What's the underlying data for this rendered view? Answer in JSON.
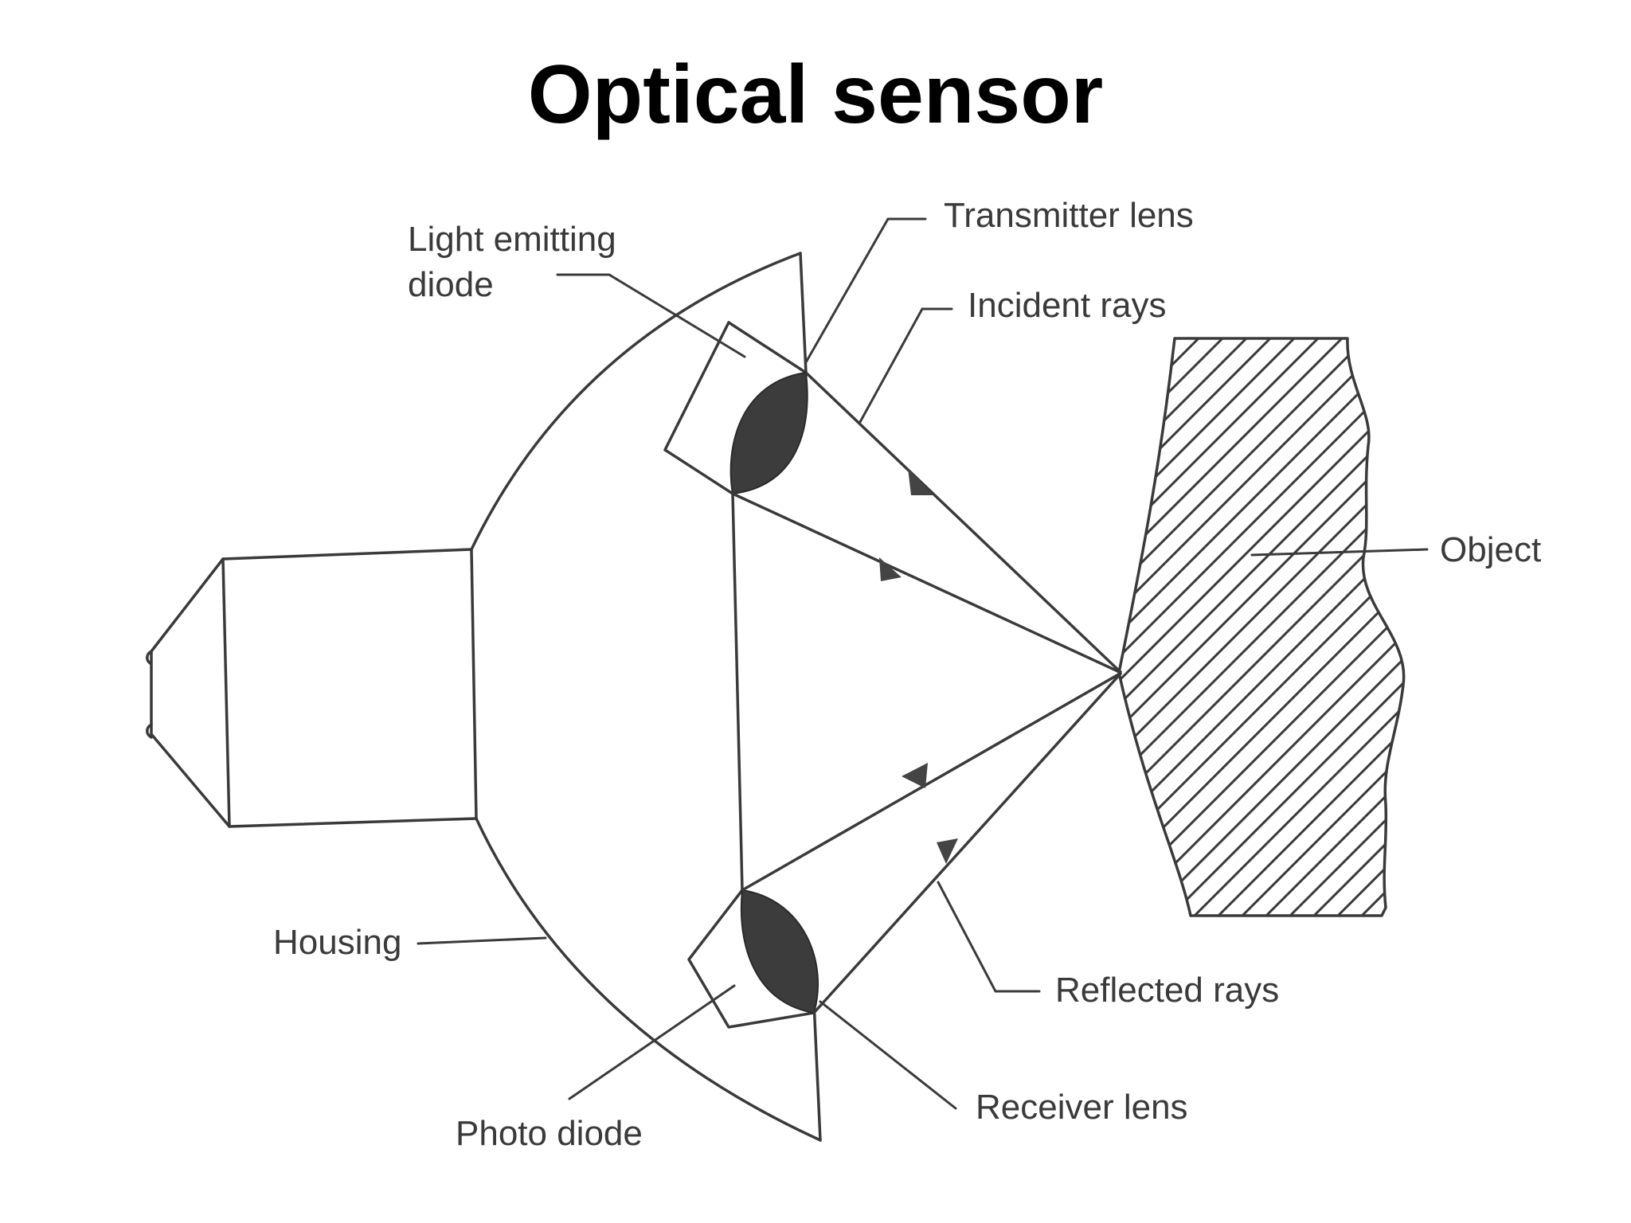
{
  "title": "Optical sensor",
  "labels": {
    "light_emitting_diode_line1": "Light emitting",
    "light_emitting_diode_line2": "diode",
    "transmitter_lens": "Transmitter lens",
    "incident_rays": "Incident  rays",
    "object": "Object",
    "housing": "Housing",
    "reflected_rays": "Reflected rays",
    "receiver_lens": "Receiver lens",
    "photo_diode": "Photo diode"
  },
  "colors": {
    "line": "#3a3a3a",
    "lens_fill": "#3c3c3c",
    "title": "#000000",
    "background": "#ffffff"
  }
}
